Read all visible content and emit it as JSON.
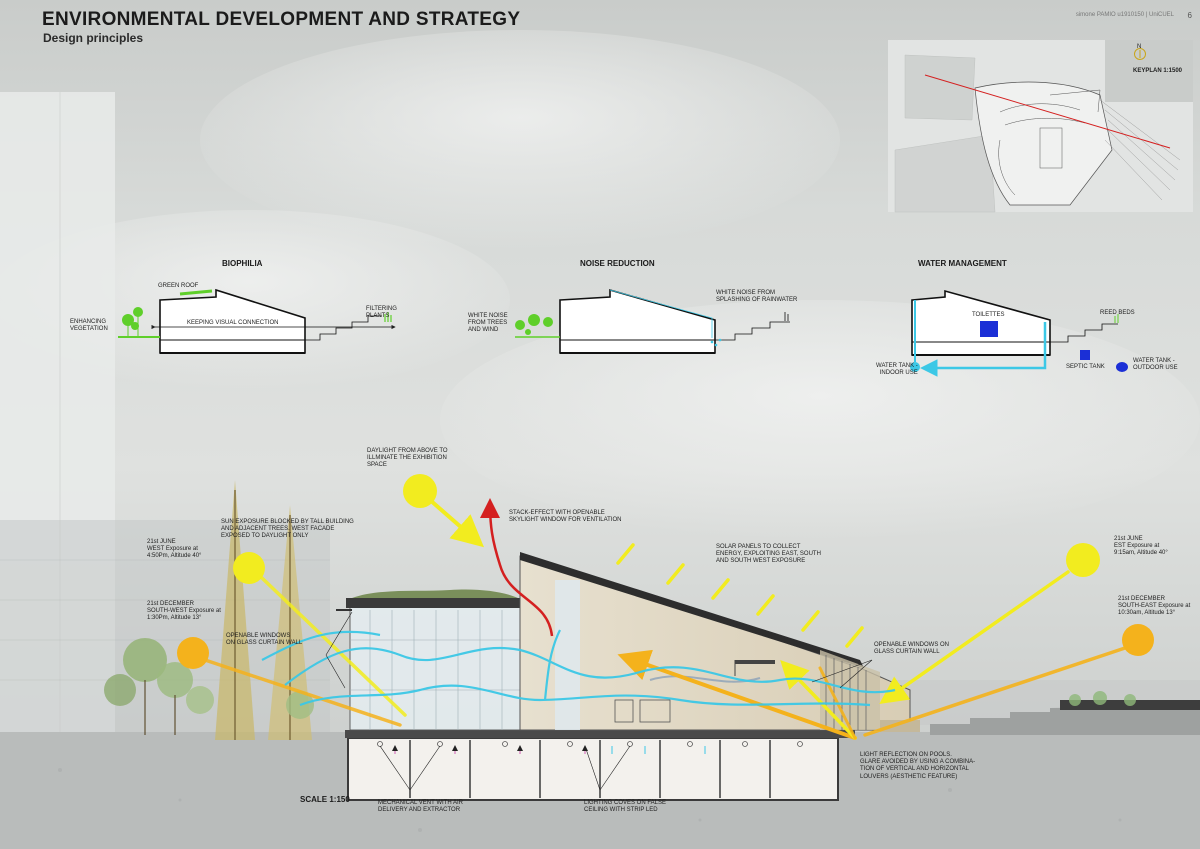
{
  "header": {
    "title": "ENVIRONMENTAL DEVELOPMENT AND STRATEGY",
    "subtitle": "Design principles",
    "credits": "simone PAMIO u1910150 | UniCUEL",
    "page": "6"
  },
  "keyplan": {
    "north": "N",
    "label": "KEYPLAN 1:1500"
  },
  "biophilia": {
    "title": "BIOPHILIA",
    "green_roof": "GREEN ROOF",
    "vegetation": [
      "ENHANCING",
      "VEGETATION"
    ],
    "connection": "KEEPING VISUAL CONNECTION",
    "filtering": [
      "FILTERING",
      "PLANTS"
    ]
  },
  "noise": {
    "title": "NOISE REDUCTION",
    "trees": [
      "WHITE NOISE",
      "FROM TREES",
      "AND WIND"
    ],
    "rainwater": [
      "WHITE NOISE FROM",
      "SPLASHING OF RAINWATER"
    ]
  },
  "water": {
    "title": "WATER MANAGEMENT",
    "toilettes": "TOILETTES",
    "reed": "REED BEDS",
    "indoor": [
      "WATER TANK -",
      "INDOOR USE"
    ],
    "septic": "SEPTIC TANK",
    "outdoor": [
      "WATER TANK -",
      "OUTDOOR USE"
    ]
  },
  "section": {
    "daylight": [
      "DAYLIGHT FROM ABOVE TO",
      "ILLMINATE THE EXHIBITION",
      "SPACE"
    ],
    "stack": [
      "STACK-EFFECT WITH OPENABLE",
      "SKYLIGHT WINDOW FOR VENTILATION"
    ],
    "solar": [
      "SOLAR PANELS TO COLLECT",
      "ENERGY, EXPLOITING EAST, SOUTH",
      "AND SOUTH WEST EXPOSURE"
    ],
    "blocked": [
      "SUN EXPOSURE BLOCKED BY TALL BUILDING",
      "AND ADJACENT TREES. WEST FACADE",
      "EXPOSED TO DAYLIGHT ONLY"
    ],
    "june_west": [
      "21st JUNE",
      "WEST Exposure at",
      "4:50Pm, Altitude 40°"
    ],
    "dec_southwest": [
      "21st DECEMBER",
      "SOUTH-WEST Exposure at",
      "1:30Pm, Altitude 13°"
    ],
    "windows_west": [
      "OPENABLE WINDOWS",
      "ON GLASS CURTAIN WALL"
    ],
    "june_east": [
      "21st JUNE",
      "EST Exposure at",
      "9:15am, Altitude 40°"
    ],
    "dec_southeast": [
      "21st DECEMBER",
      "SOUTH-EAST Exposure at",
      "10:30am, Altitude 13°"
    ],
    "windows_east": [
      "OPENABLE WINDOWS ON",
      "GLASS CURTAIN WALL"
    ],
    "reflection": [
      "LIGHT REFLECTION ON POOLS.",
      "GLARE AVOIDED BY USING A COMBINA-",
      "TION OF VERTICAL AND HORIZONTAL",
      "LOUVERS (AESTHETIC FEATURE)"
    ],
    "vent": [
      "MECHANICAL VENT WITH AIR",
      "DELIVERY AND EXTRACTOR"
    ],
    "lighting": [
      "LIGHTING COVES ON FALSE",
      "CEILING WITH STRIP LED"
    ],
    "scale": "SCALE 1:150"
  },
  "colors": {
    "sun_yellow": "#f2ec1f",
    "sun_orange": "#f4b21c",
    "air_cyan": "#3cc8e6",
    "stack_red": "#d42020",
    "water_blue": "#1b2fd6",
    "green": "#5fcf2a"
  }
}
